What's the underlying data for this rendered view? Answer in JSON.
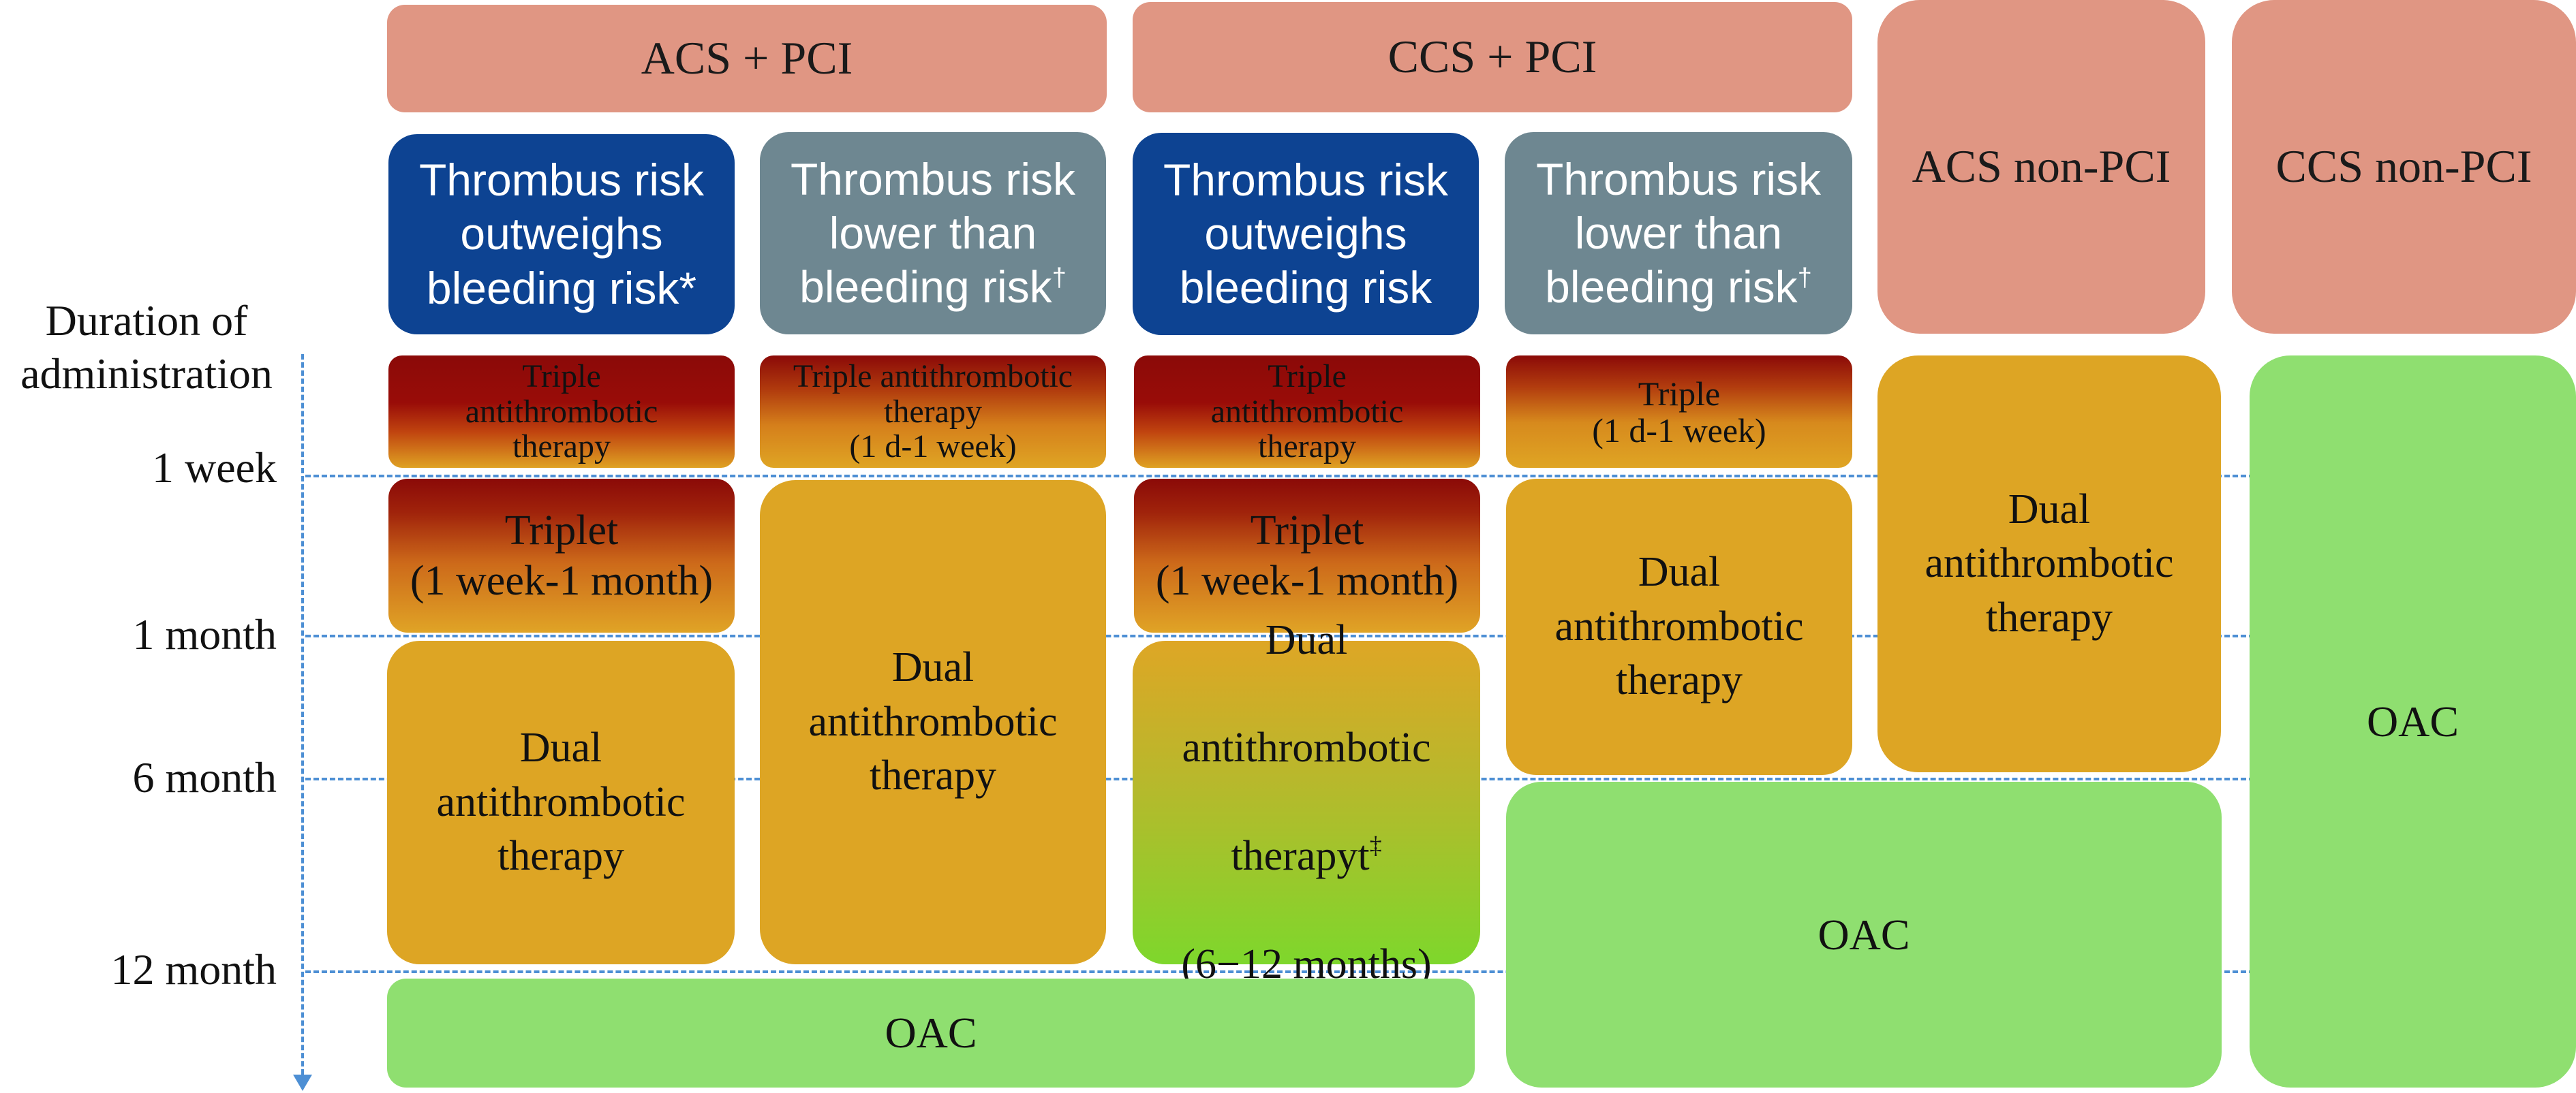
{
  "headers": {
    "acs_pci": "ACS + PCI",
    "ccs_pci": "CCS + PCI",
    "acs_non_pci": "ACS non-PCI",
    "ccs_non_pci": "CCS non-PCI"
  },
  "risk": {
    "acs_high": {
      "line1": "Thrombus risk",
      "line2": "outweighs",
      "line3": "bleeding risk",
      "mark": "*"
    },
    "acs_low": {
      "line1": "Thrombus risk",
      "line2": "lower than",
      "line3": "bleeding risk",
      "mark": "†"
    },
    "ccs_high": {
      "line1": "Thrombus risk",
      "line2": "outweighs",
      "line3": "bleeding risk"
    },
    "ccs_low": {
      "line1": "Thrombus risk",
      "line2": "lower than",
      "line3": "bleeding risk",
      "mark": "†"
    }
  },
  "timeline": {
    "title_line1": "Duration of",
    "title_line2": "administration",
    "labels": [
      "1 week",
      "1 month",
      "6 month",
      "12 month"
    ]
  },
  "therapies": {
    "triple_antithrombotic": "Triple\nantithrombotic\ntherapy",
    "triple_antithrombotic_1d1w": "Triple antithrombotic\ntherapy\n(1 d-1 week)",
    "triple_1d1w": "Triple\n(1 d-1 week)",
    "triplet_1w1m": "Triplet\n(1 week-1 month)",
    "dual": "Dual\nantithrombotic\ntherapy",
    "dual_ccs_high_l1": "Dual",
    "dual_ccs_high_l2": "antithrombotic",
    "dual_ccs_high_l3": "therapyt",
    "dual_ccs_high_mark": "‡",
    "dual_ccs_high_l4": "(6−12 months)",
    "oac": "OAC"
  },
  "colors": {
    "header": "#e09683",
    "high_risk": "#0d4392",
    "low_risk": "#6e8791",
    "dual": "#dda524",
    "oac": "#8fdf70",
    "triple": "#8b0a08",
    "timeline": "#4d8fd4"
  }
}
